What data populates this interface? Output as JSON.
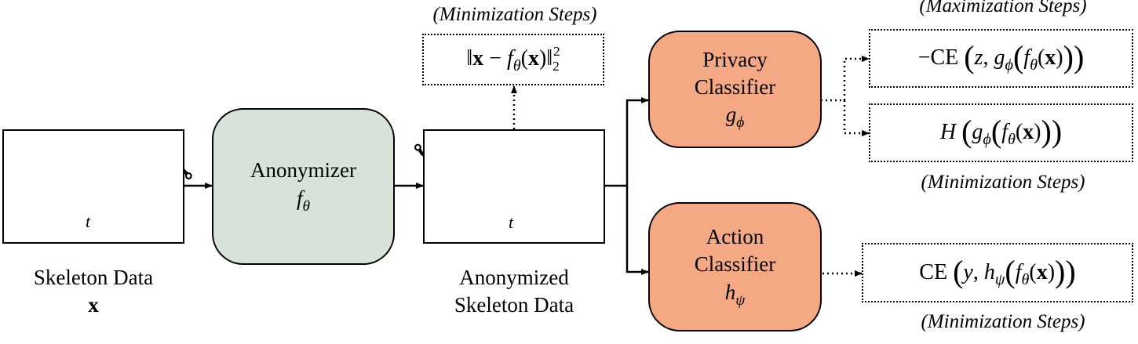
{
  "input": {
    "caption_line1": "Skeleton Data",
    "caption_line2": "x",
    "time_label": "t"
  },
  "anonymizer": {
    "title": "Anonymizer",
    "symbol": "f",
    "symbol_sub": "θ"
  },
  "anonymized": {
    "caption_line1": "Anonymized",
    "caption_line2": "Skeleton Data",
    "time_label": "t"
  },
  "privacy_classifier": {
    "line1": "Privacy",
    "line2": "Classifier",
    "symbol": "g",
    "symbol_sub": "ϕ"
  },
  "action_classifier": {
    "line1": "Action",
    "line2": "Classifier",
    "symbol": "h",
    "symbol_sub": "ψ"
  },
  "losses": {
    "reconstruction": {
      "note": "(Minimization Steps)"
    },
    "privacy_ce": {
      "note": "(Maximization Steps)",
      "prefix": "−CE",
      "label": "z"
    },
    "entropy": {
      "note": "(Minimization Steps)",
      "prefix": "H"
    },
    "action_ce": {
      "note": "(Minimization Steps)",
      "prefix": "CE",
      "label": "y"
    }
  }
}
